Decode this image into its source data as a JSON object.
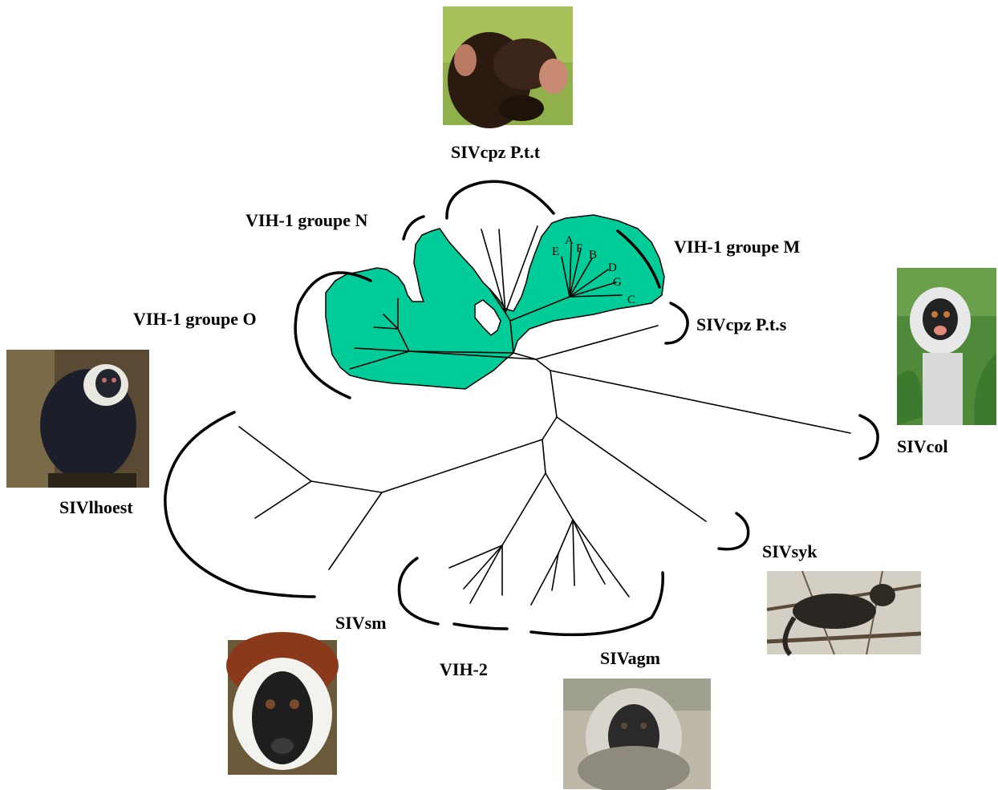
{
  "colors": {
    "highlight": "#00cc99",
    "line": "#000000"
  },
  "labels": {
    "sivcpz_ptt": "SIVcpz P.t.t",
    "hiv1_n": "VIH-1 groupe N",
    "hiv1_m": "VIH-1 groupe M",
    "hiv1_o": "VIH-1 groupe O",
    "sivcpz_pts": "SIVcpz P.t.s",
    "sivcol": "SIVcol",
    "sivlhoest": "SIVlhoest",
    "sivsyk": "SIVsyk",
    "sivsm": "SIVsm",
    "hiv2": "VIH-2",
    "sivagm": "SIVagm"
  },
  "subtypes": [
    "A",
    "E",
    "F",
    "B",
    "D",
    "G",
    "C"
  ],
  "photos": [
    {
      "subject": "chimpanzee-photo"
    },
    {
      "subject": "colobus-photo"
    },
    {
      "subject": "lhoest-monkey-photo"
    },
    {
      "subject": "sykes-monkey-photo"
    },
    {
      "subject": "sooty-mangabey-photo"
    },
    {
      "subject": "vervet-monkey-photo"
    }
  ]
}
